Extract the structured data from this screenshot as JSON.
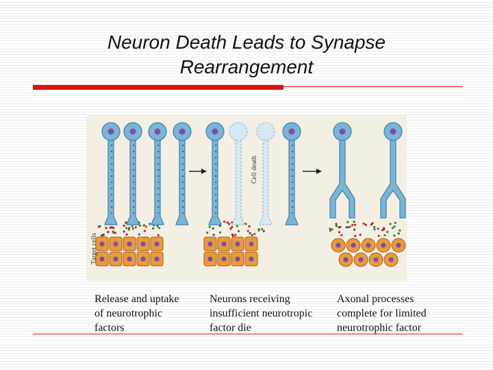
{
  "title": {
    "line1": "Neuron Death Leads to Synapse",
    "line2": "Rearrangement"
  },
  "colors": {
    "accent_red": "#d4141b",
    "neuron_blue": "#7cb4d4",
    "neuron_outline": "#3d80ad",
    "dead_neuron": "#d6e8f1",
    "nucleus_purple": "#7a4fa8",
    "target_cell_orange": "#e89a3e",
    "factor_green": "#3f7a2c",
    "factor_red": "#b32026"
  },
  "figure": {
    "target_cells_label": "Target cells",
    "cell_death_label": "Cell death"
  },
  "captions": [
    {
      "lines": [
        "Release and uptake",
        "of neurotrophic",
        "factors"
      ]
    },
    {
      "lines": [
        "Neurons receiving",
        "insufficient neurotropic",
        "factor die"
      ]
    },
    {
      "lines": [
        "Axonal processes",
        "complete for limited",
        "neurotrophic factor"
      ]
    }
  ]
}
